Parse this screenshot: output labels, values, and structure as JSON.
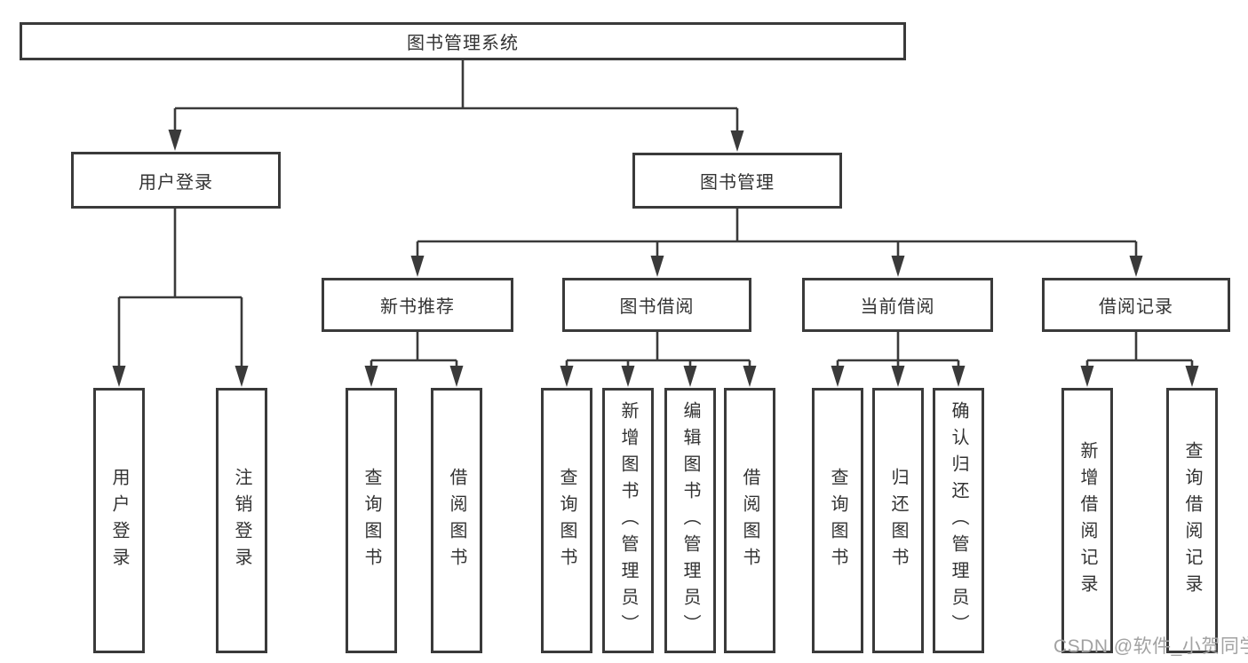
{
  "diagram": {
    "root": {
      "label": "图书管理系统"
    },
    "branches": [
      {
        "label": "用户登录",
        "children": [
          {
            "label": "用户登录"
          },
          {
            "label": "注销登录"
          }
        ]
      },
      {
        "label": "图书管理",
        "children": [
          {
            "label": "新书推荐",
            "children": [
              {
                "label": "查询图书"
              },
              {
                "label": "借阅图书"
              }
            ]
          },
          {
            "label": "图书借阅",
            "children": [
              {
                "label": "查询图书"
              },
              {
                "label": "新增图书（管理员）"
              },
              {
                "label": "编辑图书（管理员）"
              },
              {
                "label": "借阅图书"
              }
            ]
          },
          {
            "label": "当前借阅",
            "children": [
              {
                "label": "查询图书"
              },
              {
                "label": "归还图书"
              },
              {
                "label": "确认归还（管理员）"
              }
            ]
          },
          {
            "label": "借阅记录",
            "children": [
              {
                "label": "新增借阅记录"
              },
              {
                "label": "查询借阅记录"
              }
            ]
          }
        ]
      }
    ]
  },
  "watermark": {
    "text": "CSDN @软件_小贺同学"
  },
  "colors": {
    "box_border": "#3a3a3a",
    "box_fill": "#ffffff",
    "text": "#333333",
    "connector": "#3a3a3a",
    "watermark": "#a2a2a2",
    "background": "#ffffff"
  }
}
